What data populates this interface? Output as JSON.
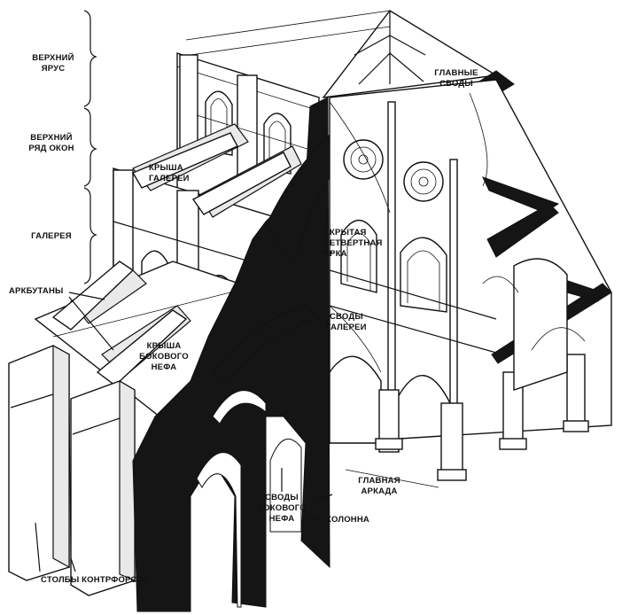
{
  "labels": {
    "upper_tier_1": "ВЕРХНИЙ",
    "upper_tier_2": "ЯРУС",
    "clerestory_1": "ВЕРХНИЙ",
    "clerestory_2": "РЯД ОКОН",
    "gallery": "ГАЛЕРЕЯ",
    "flying_buttresses": "АРКБУТАНЫ",
    "buttress_piers": "СТОЛБЫ КОНТРФОРСОВ",
    "gallery_roof_1": "КРЫША",
    "gallery_roof_2": "ГАЛЕРЕИ",
    "aisle_roof_1": "КРЫША",
    "aisle_roof_2": "БОКОВОГО",
    "aisle_roof_3": "НЕФА",
    "main_vaults_1": "ГЛАВНЫЕ",
    "main_vaults_2": "СВОДЫ",
    "hidden_arch_1": "СКРЫТАЯ",
    "hidden_arch_2": "ЧЕТВЕРТНАЯ",
    "hidden_arch_3": "АРКА",
    "gallery_vaults_1": "СВОДЫ",
    "gallery_vaults_2": "ГАЛЕРЕИ",
    "main_arcade_1": "ГЛАВНАЯ",
    "main_arcade_2": "АРКАДА",
    "aisle_vaults_1": "СВОДЫ",
    "aisle_vaults_2": "БОКОВОГО",
    "aisle_vaults_3": "НЕФА",
    "column": "КОЛОННА"
  }
}
